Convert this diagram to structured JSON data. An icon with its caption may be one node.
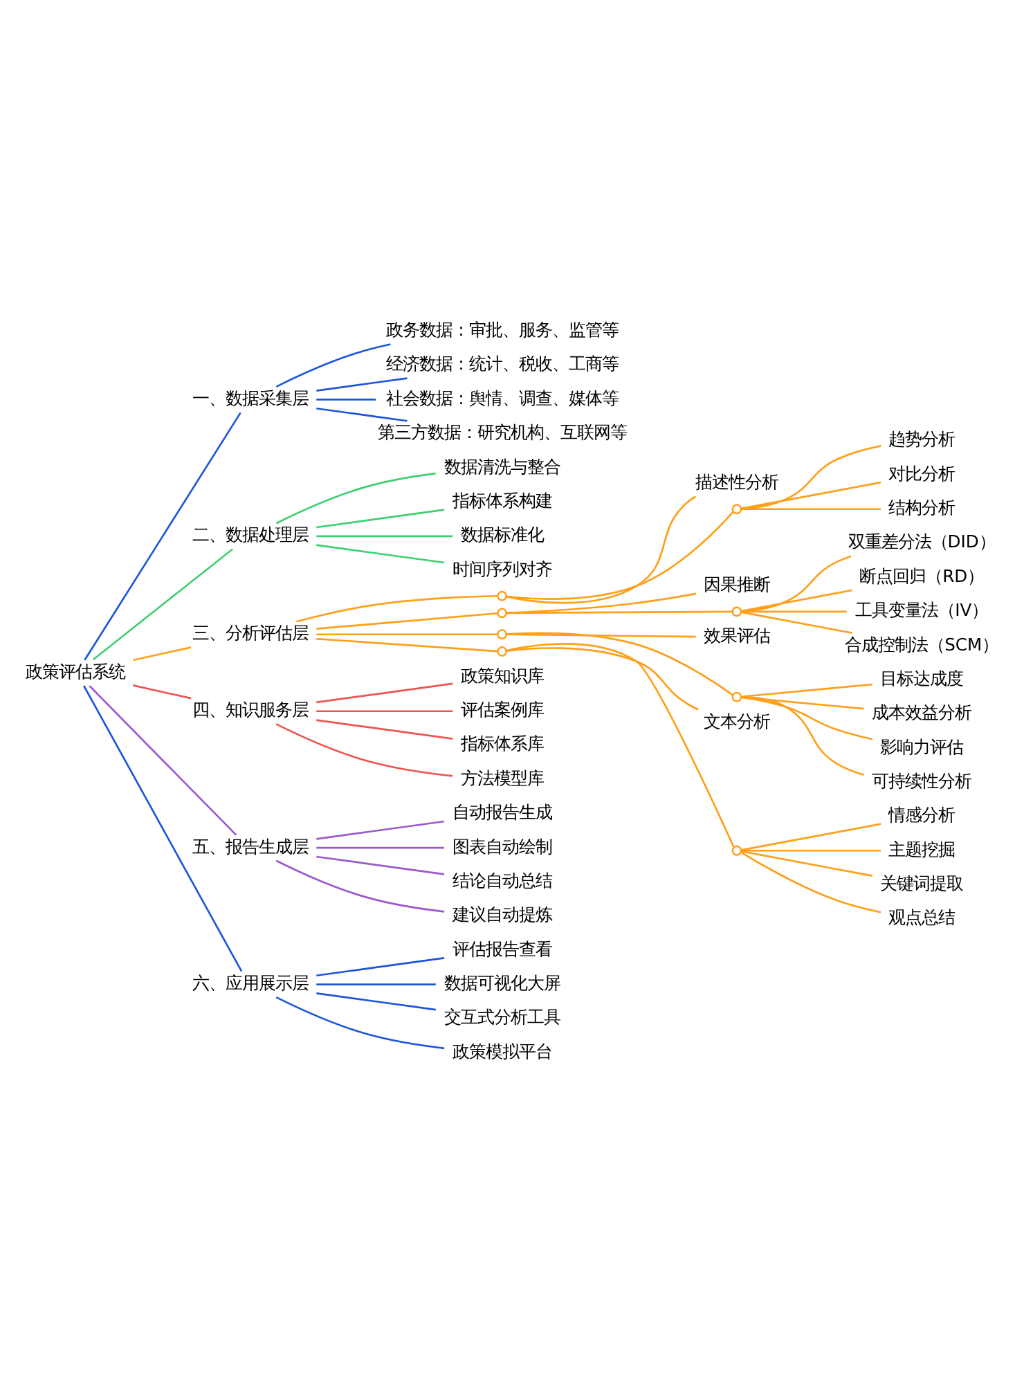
{
  "diagram": {
    "nodes": [
      {
        "text": [
          "政策评估系统"
        ]
      },
      {
        "text": [
          "一、数据采集层"
        ]
      },
      {
        "text": [
          "政务数据：审批、服务、监管等"
        ]
      },
      {
        "text": [
          "经济数据：统计、税收、工商等"
        ]
      },
      {
        "text": [
          "社会数据：舆情、调查、媒体等"
        ]
      },
      {
        "text": [
          "第三方数据：研究机构、互联网等"
        ]
      },
      {
        "text": [
          "二、数据处理层"
        ]
      },
      {
        "text": [
          "数据清洗与整合"
        ]
      },
      {
        "text": [
          "指标体系构建"
        ]
      },
      {
        "text": [
          "数据标准化"
        ]
      },
      {
        "text": [
          "时间序列对齐"
        ]
      },
      {
        "text": [
          "三、分析评估层"
        ]
      },
      {
        "text": [],
        "shape": "circle"
      },
      {
        "text": [
          "描述性分析"
        ]
      },
      {
        "text": [],
        "shape": "circle"
      },
      {
        "text": [
          "趋势分析"
        ]
      },
      {
        "text": [
          "对比分析"
        ]
      },
      {
        "text": [
          "结构分析"
        ]
      },
      {
        "text": [],
        "shape": "circle"
      },
      {
        "text": [
          "因果推断"
        ]
      },
      {
        "text": [],
        "shape": "circle"
      },
      {
        "text": [
          "双重差分法（DID）"
        ]
      },
      {
        "text": [
          "断点回归（RD）"
        ]
      },
      {
        "text": [
          "工具变量法（IV）"
        ]
      },
      {
        "text": [
          "合成控制法（SCM）"
        ]
      },
      {
        "text": [],
        "shape": "circle"
      },
      {
        "text": [
          "效果评估"
        ]
      },
      {
        "text": [],
        "shape": "circle"
      },
      {
        "text": [
          "目标达成度"
        ]
      },
      {
        "text": [
          "成本效益分析"
        ]
      },
      {
        "text": [
          "影响力评估"
        ]
      },
      {
        "text": [
          "可持续性分析"
        ]
      },
      {
        "text": [],
        "shape": "circle"
      },
      {
        "text": [
          "文本分析"
        ]
      },
      {
        "text": [],
        "shape": "circle"
      },
      {
        "text": [
          "情感分析"
        ]
      },
      {
        "text": [
          "主题挖掘"
        ]
      },
      {
        "text": [
          "关键词提取"
        ]
      },
      {
        "text": [
          "观点总结"
        ]
      },
      {
        "text": [
          "四、知识服务层"
        ]
      },
      {
        "text": [
          "政策知识库"
        ]
      },
      {
        "text": [
          "评估案例库"
        ]
      },
      {
        "text": [
          "指标体系库"
        ]
      },
      {
        "text": [
          "方法模型库"
        ]
      },
      {
        "text": [
          "五、报告生成层"
        ]
      },
      {
        "text": [
          "自动报告生成"
        ]
      },
      {
        "text": [
          "图表自动绘制"
        ]
      },
      {
        "text": [
          "结论自动总结"
        ]
      },
      {
        "text": [
          "建议自动提炼"
        ]
      },
      {
        "text": [
          "六、应用展示层"
        ]
      },
      {
        "text": [
          "评估报告查看"
        ]
      },
      {
        "text": [
          "数据可视化大屏"
        ]
      },
      {
        "text": [
          "交互式分析工具"
        ]
      },
      {
        "text": [
          "政策模拟平台"
        ]
      }
    ],
    "edges": [
      {
        "from": 0,
        "to": 1,
        "arrow": "none",
        "color": "#1a56db"
      },
      {
        "from": 1,
        "to": 2,
        "arrow": "none",
        "color": "#1a56db"
      },
      {
        "from": 1,
        "to": 3,
        "arrow": "none",
        "color": "#1a56db"
      },
      {
        "from": 1,
        "to": 4,
        "arrow": "none",
        "color": "#1a56db"
      },
      {
        "from": 1,
        "to": 5,
        "arrow": "none",
        "color": "#1a56db"
      },
      {
        "from": 0,
        "to": 6,
        "arrow": "none",
        "color": "#3ecf71"
      },
      {
        "from": 6,
        "to": 7,
        "arrow": "none",
        "color": "#3ecf71"
      },
      {
        "from": 6,
        "to": 8,
        "arrow": "none",
        "color": "#3ecf71"
      },
      {
        "from": 6,
        "to": 9,
        "arrow": "none",
        "color": "#3ecf71"
      },
      {
        "from": 6,
        "to": 10,
        "arrow": "none",
        "color": "#3ecf71"
      },
      {
        "from": 0,
        "to": 11,
        "arrow": "none"
      },
      {
        "from": 11,
        "to": 12,
        "arrow": "none"
      },
      {
        "from": 12,
        "to": 13,
        "arrow": "none"
      },
      {
        "from": 12,
        "to": 14,
        "arrow": "none"
      },
      {
        "from": 14,
        "to": 15,
        "arrow": "none"
      },
      {
        "from": 14,
        "to": 16,
        "arrow": "none"
      },
      {
        "from": 14,
        "to": 17,
        "arrow": "none"
      },
      {
        "from": 11,
        "to": 18,
        "arrow": "none"
      },
      {
        "from": 18,
        "to": 19,
        "arrow": "none"
      },
      {
        "from": 18,
        "to": 20,
        "arrow": "none"
      },
      {
        "from": 20,
        "to": 21,
        "arrow": "none"
      },
      {
        "from": 20,
        "to": 22,
        "arrow": "none"
      },
      {
        "from": 20,
        "to": 23,
        "arrow": "none"
      },
      {
        "from": 20,
        "to": 24,
        "arrow": "none"
      },
      {
        "from": 11,
        "to": 25,
        "arrow": "none"
      },
      {
        "from": 25,
        "to": 26,
        "arrow": "none"
      },
      {
        "from": 25,
        "to": 27,
        "arrow": "none"
      },
      {
        "from": 27,
        "to": 28,
        "arrow": "none"
      },
      {
        "from": 27,
        "to": 29,
        "arrow": "none"
      },
      {
        "from": 27,
        "to": 30,
        "arrow": "none"
      },
      {
        "from": 27,
        "to": 31,
        "arrow": "none"
      },
      {
        "from": 11,
        "to": 32,
        "arrow": "none"
      },
      {
        "from": 32,
        "to": 33,
        "arrow": "none"
      },
      {
        "from": 32,
        "to": 34,
        "arrow": "none"
      },
      {
        "from": 34,
        "to": 35,
        "arrow": "none"
      },
      {
        "from": 34,
        "to": 36,
        "arrow": "none"
      },
      {
        "from": 34,
        "to": 37,
        "arrow": "none"
      },
      {
        "from": 34,
        "to": 38,
        "arrow": "none"
      },
      {
        "from": 0,
        "to": 39,
        "arrow": "none",
        "color": "#ef5350"
      },
      {
        "from": 39,
        "to": 40,
        "arrow": "none",
        "color": "#ef5350"
      },
      {
        "from": 39,
        "to": 41,
        "arrow": "none",
        "color": "#ef5350"
      },
      {
        "from": 39,
        "to": 42,
        "arrow": "none",
        "color": "#ef5350"
      },
      {
        "from": 39,
        "to": 43,
        "arrow": "none",
        "color": "#ef5350"
      },
      {
        "from": 0,
        "to": 44,
        "arrow": "none",
        "color": "#9b59d0"
      },
      {
        "from": 44,
        "to": 45,
        "arrow": "none",
        "color": "#9b59d0"
      },
      {
        "from": 44,
        "to": 46,
        "arrow": "none",
        "color": "#9b59d0"
      },
      {
        "from": 44,
        "to": 47,
        "arrow": "none",
        "color": "#9b59d0"
      },
      {
        "from": 44,
        "to": 48,
        "arrow": "none",
        "color": "#9b59d0"
      },
      {
        "from": 0,
        "to": 49,
        "arrow": "none",
        "color": "#1a56db"
      },
      {
        "from": 49,
        "to": 50,
        "arrow": "none",
        "color": "#1a56db"
      },
      {
        "from": 49,
        "to": 51,
        "arrow": "none",
        "color": "#1a56db"
      },
      {
        "from": 49,
        "to": 52,
        "arrow": "none",
        "color": "#1a56db"
      },
      {
        "from": 49,
        "to": 53,
        "arrow": "none",
        "color": "#1a56db"
      }
    ]
  }
}
